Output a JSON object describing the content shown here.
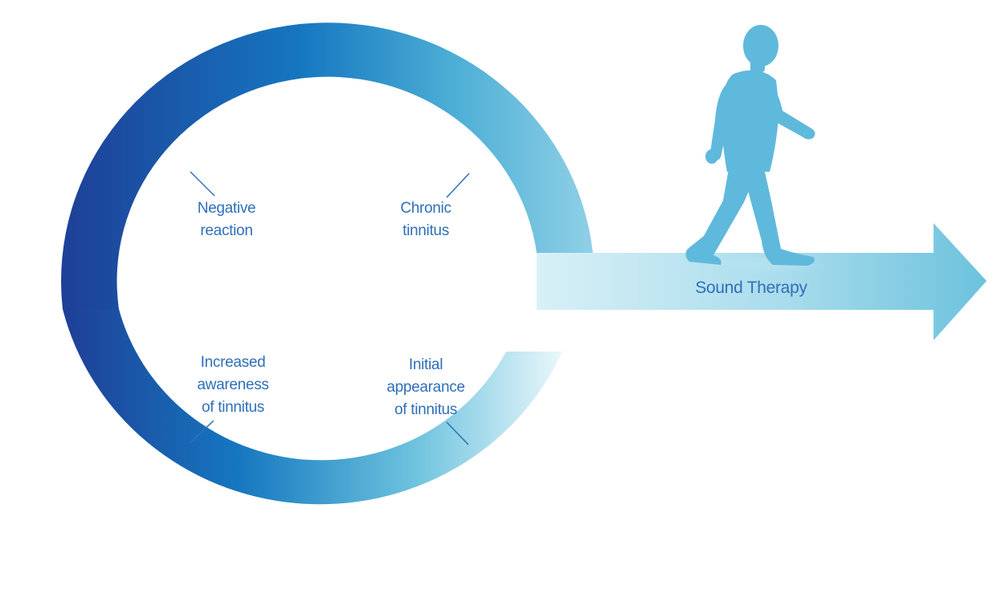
{
  "cycle": {
    "labels": {
      "negative_reaction": "Negative\nreaction",
      "chronic_tinnitus": "Chronic\ntinnitus",
      "increased_awareness": "Increased\nawareness\nof tinnitus",
      "initial_appearance": "Initial\nappearance\nof tinnitus"
    }
  },
  "arrow": {
    "label": "Sound Therapy"
  },
  "colors": {
    "dark_blue": "#1e3f97",
    "mid_blue": "#1577c0",
    "light_blue": "#6cc2dd",
    "pale_blue": "#d8f0f7",
    "silhouette": "#5fb9dc",
    "text": "#2e6fb8",
    "connector": "#2e6fb8"
  },
  "icons": {
    "figure": "walking-person-icon"
  }
}
